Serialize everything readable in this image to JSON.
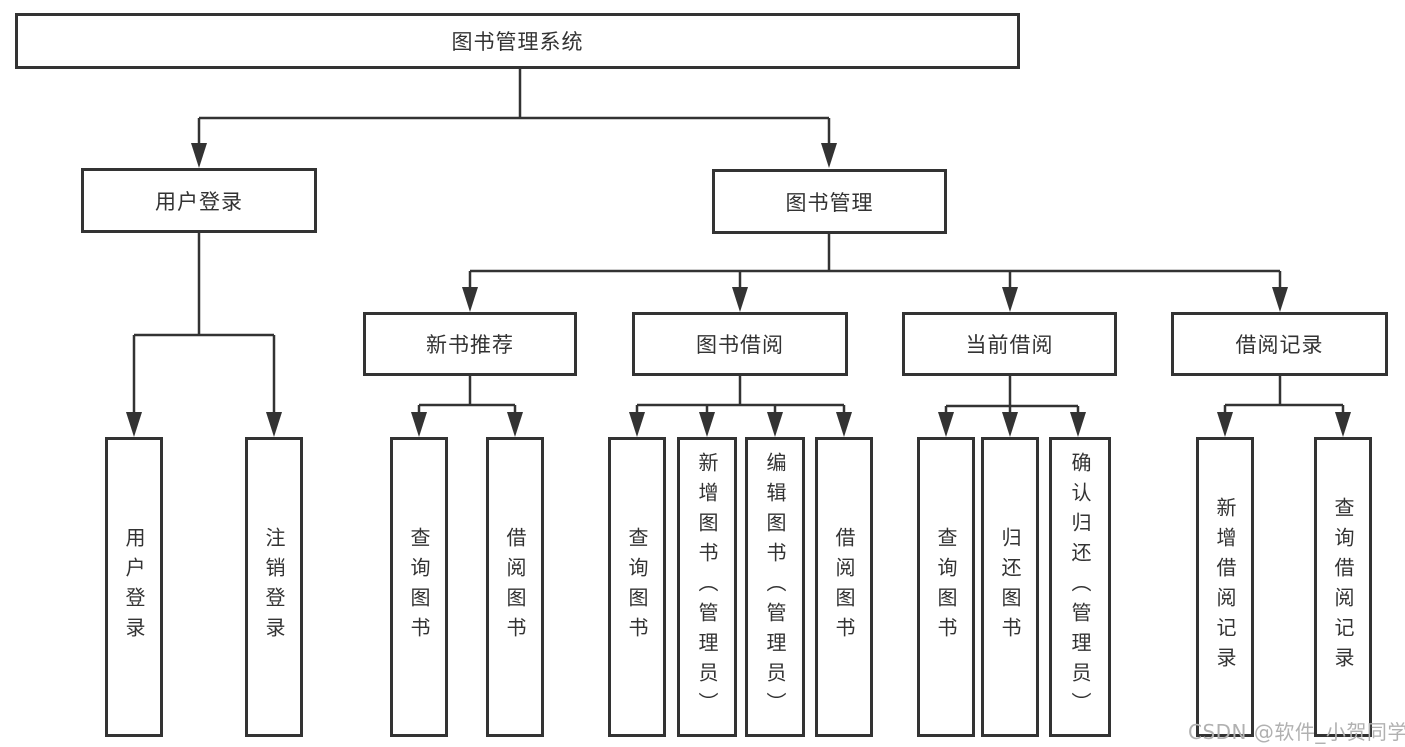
{
  "colors": {
    "line": "#333333",
    "text": "#333333",
    "background": "#ffffff",
    "watermark_text": "#b1b1b1"
  },
  "tree": {
    "root_label": "图书管理系统",
    "branches": [
      {
        "label": "用户登录",
        "children": [
          {
            "label": "用户登录"
          },
          {
            "label": "注销登录"
          }
        ]
      },
      {
        "label": "图书管理",
        "groups": [
          {
            "label": "新书推荐",
            "children": [
              {
                "label": "查询图书"
              },
              {
                "label": "借阅图书"
              }
            ]
          },
          {
            "label": "图书借阅",
            "children": [
              {
                "label": "查询图书"
              },
              {
                "label": "新增图书（管理员）"
              },
              {
                "label": "编辑图书（管理员）"
              },
              {
                "label": "借阅图书"
              }
            ]
          },
          {
            "label": "当前借阅",
            "children": [
              {
                "label": "查询图书"
              },
              {
                "label": "归还图书"
              },
              {
                "label": "确认归还（管理员）"
              }
            ]
          },
          {
            "label": "借阅记录",
            "children": [
              {
                "label": "新增借阅记录"
              },
              {
                "label": "查询借阅记录"
              }
            ]
          }
        ]
      }
    ]
  },
  "watermark": {
    "text": "CSDN @软件_小贺同学"
  }
}
